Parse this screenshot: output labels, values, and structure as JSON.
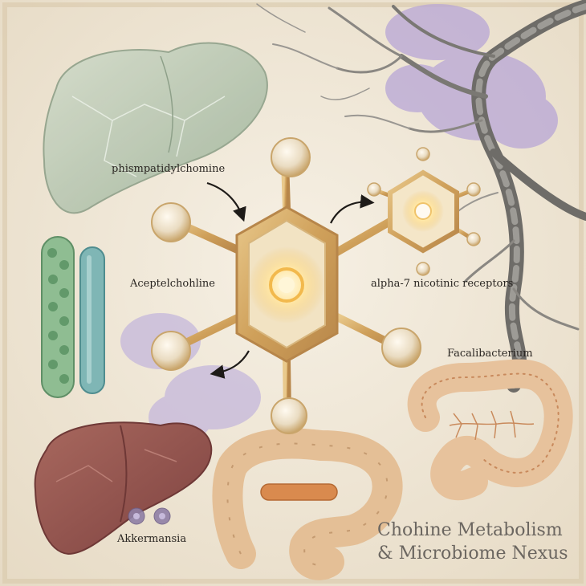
{
  "title": {
    "line1": "Chohine Metabolism",
    "line2": "& Microbiome Nexus"
  },
  "labels": {
    "phospholipid": "phismpatidylchomine",
    "neurotransmitter": "Aceptelchohline",
    "receptor": "alpha-7 nicotinic receptors",
    "bacterium_1": "Facalibacterium",
    "bacterium_2": "Akkermansia"
  },
  "colors": {
    "background": "#efe6d6",
    "gold_molecule": "#d4ad6a",
    "purple_wash": "#b8a6d6",
    "liver_green": "#b9c8b2",
    "liver_red": "#9a5a52",
    "intestine": "#e4bf96",
    "nerve_gray": "#6e6c68"
  }
}
